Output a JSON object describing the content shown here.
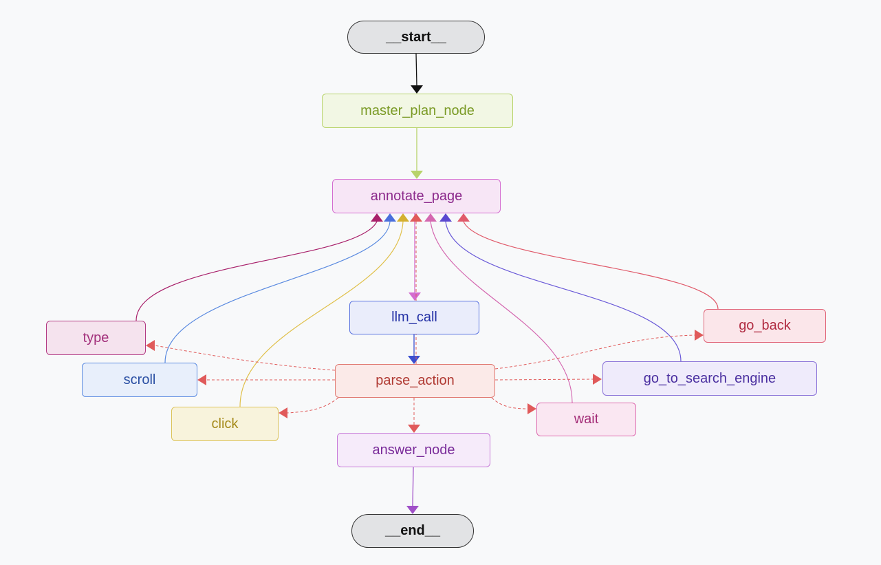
{
  "nodes": {
    "start": {
      "label": "__start__",
      "border": "#333333",
      "fill": "#e2e3e5",
      "text": "#111111"
    },
    "master_plan_node": {
      "label": "master_plan_node",
      "border": "#b8d36a",
      "fill": "#f2f7e4",
      "text": "#7a9a25"
    },
    "annotate_page": {
      "label": "annotate_page",
      "border": "#d46dd0",
      "fill": "#f7e6f6",
      "text": "#8c2a8c"
    },
    "llm_call": {
      "label": "llm_call",
      "border": "#5a73e0",
      "fill": "#eaedfb",
      "text": "#2532a6"
    },
    "type": {
      "label": "type",
      "border": "#b23a83",
      "fill": "#f5e3ee",
      "text": "#a12e7a"
    },
    "scroll": {
      "label": "scroll",
      "border": "#5a8ae0",
      "fill": "#e8effb",
      "text": "#2a4fa3"
    },
    "parse_action": {
      "label": "parse_action",
      "border": "#e07a72",
      "fill": "#fbeae8",
      "text": "#b03a33"
    },
    "go_back": {
      "label": "go_back",
      "border": "#e06478",
      "fill": "#fbe6ea",
      "text": "#b02a40"
    },
    "go_to_search_engine": {
      "label": "go_to_search_engine",
      "border": "#8a72d8",
      "fill": "#efebfb",
      "text": "#4a2fa0"
    },
    "click": {
      "label": "click",
      "border": "#dcc35a",
      "fill": "#f8f3dc",
      "text": "#a58a1a"
    },
    "wait": {
      "label": "wait",
      "border": "#dd6aae",
      "fill": "#fae7f2",
      "text": "#a32c77"
    },
    "answer_node": {
      "label": "answer_node",
      "border": "#c67ad8",
      "fill": "#f6ebfa",
      "text": "#7a2c9a"
    },
    "end": {
      "label": "__end__",
      "border": "#333333",
      "fill": "#e2e3e5",
      "text": "#111111"
    }
  }
}
